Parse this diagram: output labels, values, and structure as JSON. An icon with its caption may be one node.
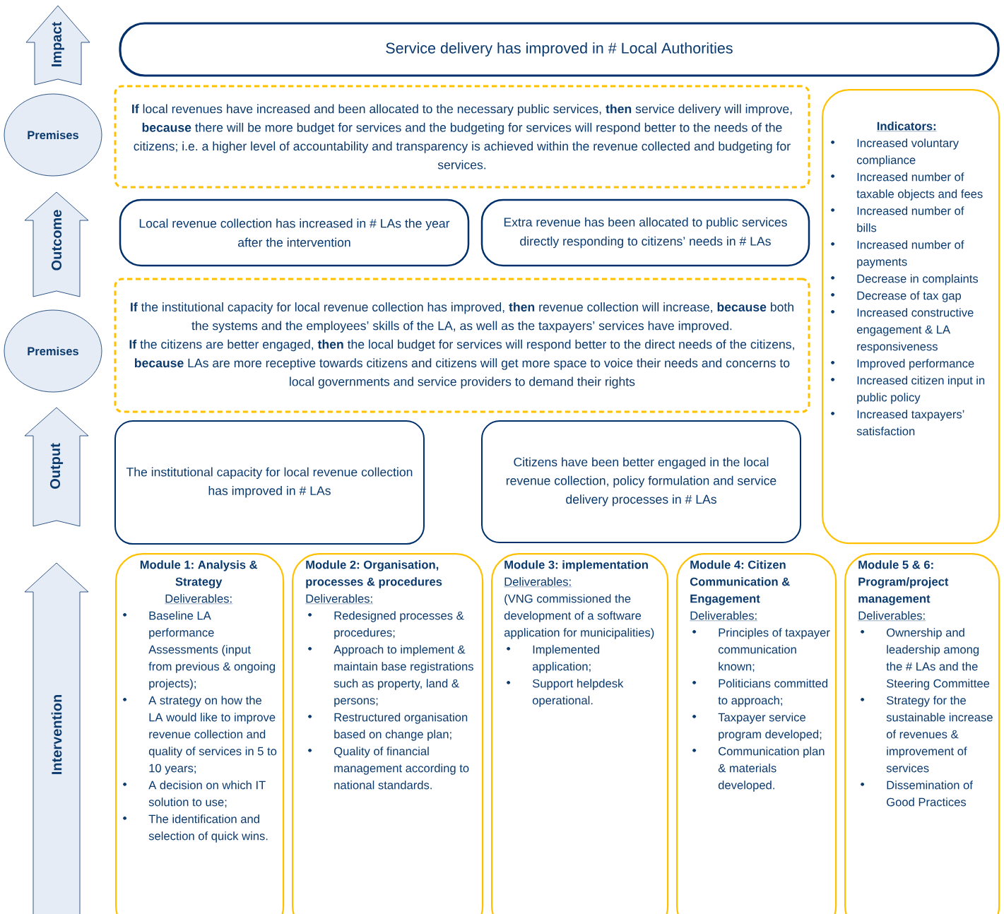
{
  "diagram": {
    "nodes": [
      {
        "text": [
          "Impact"
        ]
      },
      {
        "text": [
          "Service delivery has improved in # Local Authorities"
        ]
      },
      {
        "text": [
          "Premises"
        ]
      },
      {
        "text": [
          "**If** local revenues have increased and been allocated to the necessary public services, **then** service delivery will improve, **because** there will be more budget for services and the budgeting for services will respond better to the needs of the citizens; i.e. a higher level of accountability and transparency is achieved within the revenue collected and budgeting for services."
        ]
      },
      {
        "text": [
          "Outcome"
        ]
      },
      {
        "text": [
          "Local revenue collection has increased in # LAs the year after the intervention"
        ]
      },
      {
        "text": [
          "Extra revenue has been allocated to public services directly responding to citizens’ needs in # LAs"
        ]
      },
      {
        "text": [
          "Premises"
        ]
      },
      {
        "text": [
          "**If** the institutional capacity for local revenue collection has improved, **then** revenue collection will increase, **because** both the systems and the employees’ skills of the LA, as well as the taxpayers’ services have improved.",
          "**If** the citizens are better engaged, **then** the local budget for services will respond better to the direct needs of the citizens, **because** LAs are more receptive towards citizens and citizens will get more space to voice their needs and concerns to local governments and service providers to demand their rights"
        ]
      },
      {
        "text": [
          "Output"
        ]
      },
      {
        "text": [
          "The institutional capacity for local revenue collection has improved in # LAs"
        ]
      },
      {
        "text": [
          "Citizens have been better engaged in the local revenue collection, policy formulation and service delivery processes in # LAs"
        ]
      },
      {
        "text": [
          "Indicators:",
          "Increased voluntary compliance",
          "Increased number of taxable objects and fees",
          "Increased number of bills",
          "Increased number of payments",
          "Decrease in complaints",
          "Decrease of tax gap",
          "Increased constructive engagement & LA responsiveness",
          "Improved performance",
          "Increased citizen input in public policy",
          "Increased taxpayers’ satisfaction"
        ]
      },
      {
        "text": [
          "Intervention"
        ]
      },
      {
        "text": [
          "Module 1: Analysis & Strategy",
          "Deliverables:",
          "Baseline LA performance Assessments (input from previous & ongoing projects);",
          "A strategy on how the LA would like to improve revenue collection and quality of services in 5 to 10 years;",
          "A decision on which IT solution to use;",
          "The identification and selection of quick wins."
        ]
      },
      {
        "text": [
          "Module 2: Organisation, processes & procedures",
          "Deliverables:",
          "Redesigned processes & procedures;",
          "Approach to implement & maintain base registrations such as property, land & persons;",
          "Restructured organisation based on change plan;",
          "Quality of financial management according to national standards."
        ]
      },
      {
        "text": [
          "Module 3: implementation",
          "Deliverables:",
          "(VNG commissioned the development of a software application for municipalities)",
          "Implemented application;",
          "Support helpdesk operational."
        ]
      },
      {
        "text": [
          "Module 4: Citizen Communication & Engagement",
          "Deliverables:",
          "Principles of taxpayer communication known;",
          "Politicians committed to approach;",
          "Taxpayer service program developed;",
          "Communication plan & materials developed."
        ]
      },
      {
        "text": [
          "Module 5 & 6: Program/project management",
          "Deliverables:",
          "Ownership and leadership among the # LAs and the Steering Committee",
          "Strategy for the sustainable increase of revenues & improvement of services",
          "Dissemination of Good Practices"
        ]
      }
    ]
  }
}
